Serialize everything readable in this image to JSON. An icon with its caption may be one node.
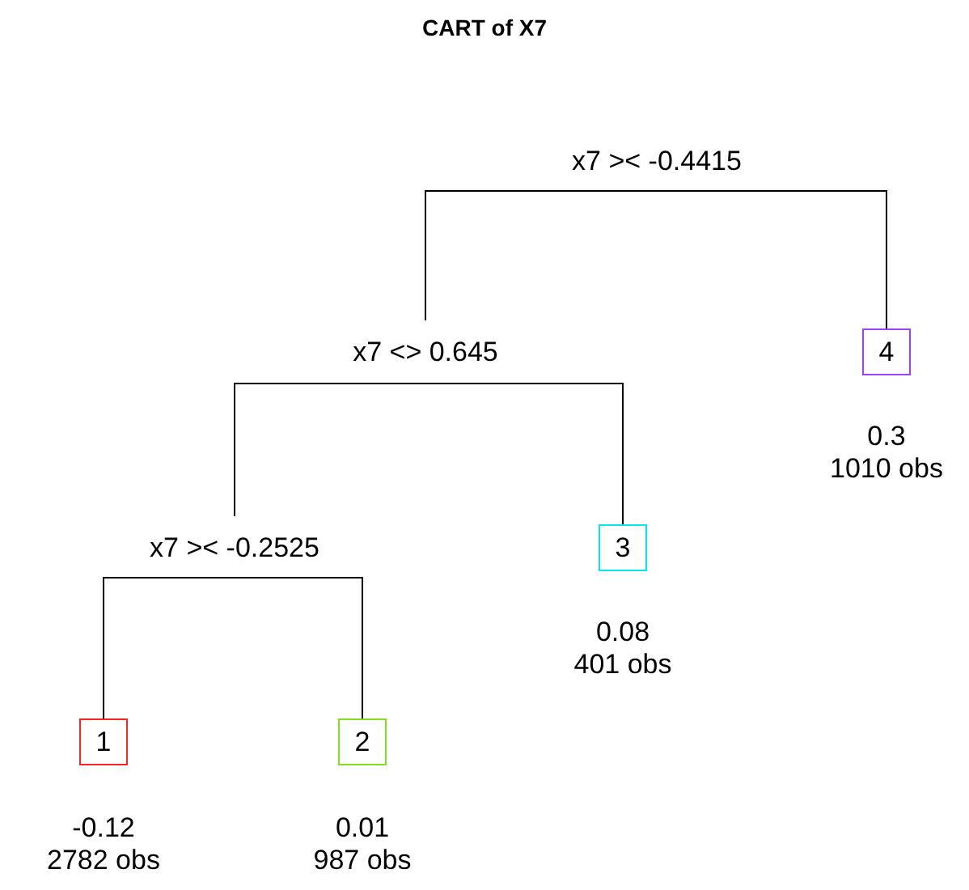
{
  "diagram": {
    "title": "CART of X7",
    "nodes": [
      {
        "text": [
          "x7 >< -0.4415"
        ]
      },
      {
        "text": [
          "x7 <> 0.645"
        ]
      },
      {
        "text": [
          "4"
        ],
        "beside": [
          "0.3",
          "1010 obs"
        ]
      },
      {
        "text": [
          "x7 >< -0.2525"
        ]
      },
      {
        "text": [
          "3"
        ],
        "beside": [
          "0.08",
          "401 obs"
        ]
      },
      {
        "text": [
          "1"
        ],
        "beside": [
          "-0.12",
          "2782 obs"
        ]
      },
      {
        "text": [
          "2"
        ],
        "beside": [
          "0.01",
          "987 obs"
        ]
      }
    ],
    "edges": [
      {
        "from": 0,
        "to": 1,
        "arrow": "none"
      },
      {
        "from": 0,
        "to": 2,
        "arrow": "none"
      },
      {
        "from": 1,
        "to": 3,
        "arrow": "none"
      },
      {
        "from": 1,
        "to": 4,
        "arrow": "none"
      },
      {
        "from": 3,
        "to": 5,
        "arrow": "none"
      },
      {
        "from": 3,
        "to": 6,
        "arrow": "none"
      }
    ]
  }
}
